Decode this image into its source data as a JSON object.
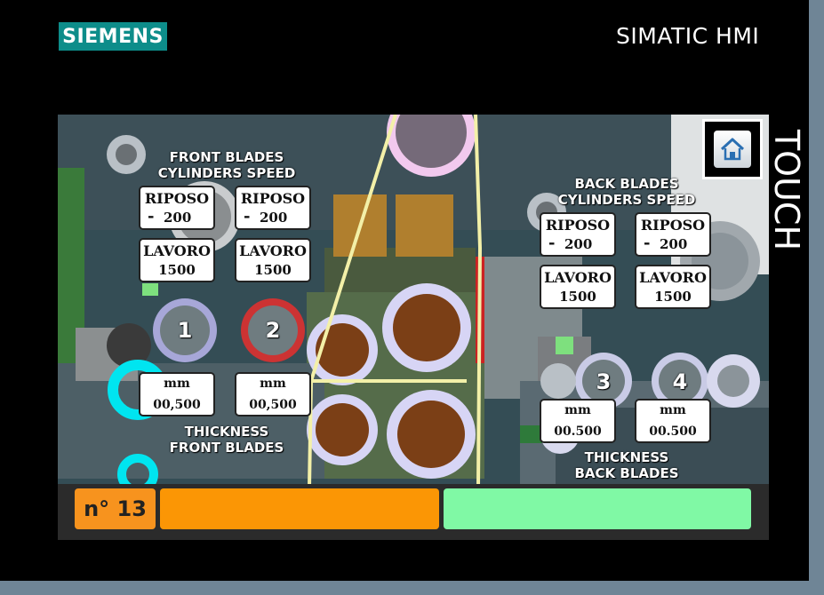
{
  "header": {
    "brand_logo": "SIEMENS",
    "panel_title": "SIMATIC HMI",
    "touch_label": "TOUCH"
  },
  "screen": {
    "home_button": {
      "icon": "home-icon"
    },
    "front": {
      "title_line1": "FRONT BLADES",
      "title_line2": "CYLINDERS SPEED",
      "cyl1": {
        "riposo_label": "RIPOSO",
        "riposo_sign": "-",
        "riposo_value": "200",
        "lavoro_label": "LAVORO",
        "lavoro_value": "1500"
      },
      "cyl2": {
        "riposo_label": "RIPOSO",
        "riposo_sign": "-",
        "riposo_value": "200",
        "lavoro_label": "LAVORO",
        "lavoro_value": "1500"
      },
      "blade1_number": "1",
      "blade2_number": "2",
      "thickness1": {
        "unit": "mm",
        "value": "00,500"
      },
      "thickness2": {
        "unit": "mm",
        "value": "00,500"
      },
      "thickness_line1": "THICKNESS",
      "thickness_line2": "FRONT BLADES"
    },
    "back": {
      "title_line1": "BACK BLADES",
      "title_line2": "CYLINDERS SPEED",
      "cyl3": {
        "riposo_label": "RIPOSO",
        "riposo_sign": "-",
        "riposo_value": "200",
        "lavoro_label": "LAVORO",
        "lavoro_value": "1500"
      },
      "cyl4": {
        "riposo_label": "RIPOSO",
        "riposo_sign": "-",
        "riposo_value": "200",
        "lavoro_label": "LAVORO",
        "lavoro_value": "1500"
      },
      "blade3_number": "3",
      "blade4_number": "4",
      "thickness3": {
        "unit": "mm",
        "value": "00.500"
      },
      "thickness4": {
        "unit": "mm",
        "value": "00.500"
      },
      "thickness_line1": "THICKNESS",
      "thickness_line2": "BACK BLADES"
    },
    "status": {
      "counter": "n° 13"
    }
  },
  "colors": {
    "brand": "#0d8d8a",
    "orange": "#fb9605",
    "green": "#80f9a5",
    "cyan": "#00e5f0"
  }
}
